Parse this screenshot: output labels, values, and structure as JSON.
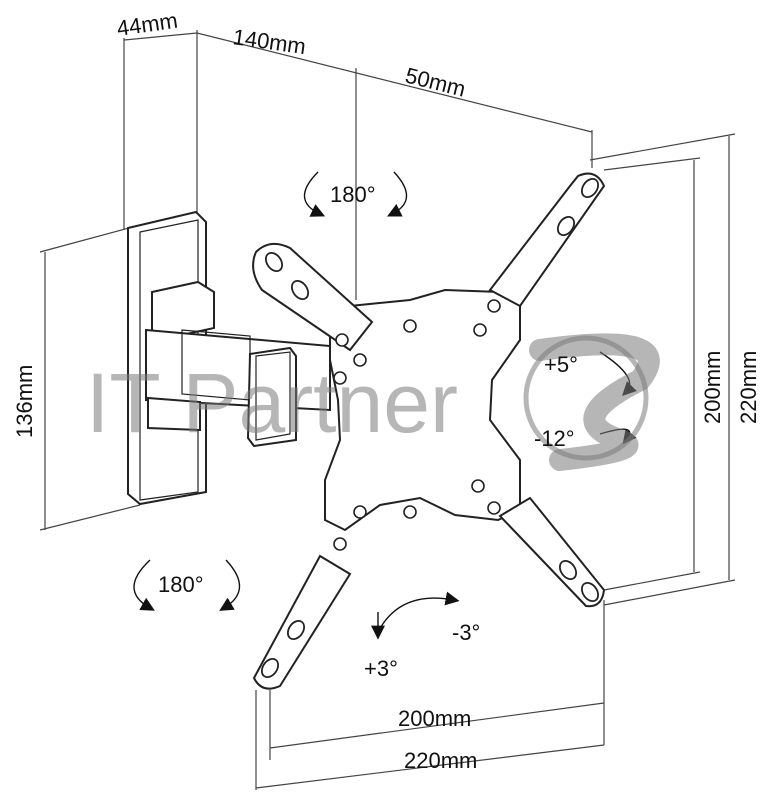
{
  "dimensions": {
    "depth_wall": "44mm",
    "arm_length": "140mm",
    "offset": "50mm",
    "wall_plate_height": "136mm",
    "vesa_vertical_inner": "200mm",
    "vesa_vertical_outer": "220mm",
    "vesa_horizontal_inner": "200mm",
    "vesa_horizontal_outer": "220mm"
  },
  "rotations": {
    "swivel_top": "180°",
    "swivel_bottom": "180°",
    "tilt_up": "+5°",
    "tilt_down": "-12°",
    "rotate_left": "+3°",
    "rotate_right": "-3°"
  },
  "watermark": {
    "text": "IT Partner",
    "logo_letter": "S"
  },
  "colors": {
    "line": "#222222",
    "dimension_line": "#444444",
    "plate_fill": "#ffffff",
    "watermark": "#7a7a7a"
  }
}
